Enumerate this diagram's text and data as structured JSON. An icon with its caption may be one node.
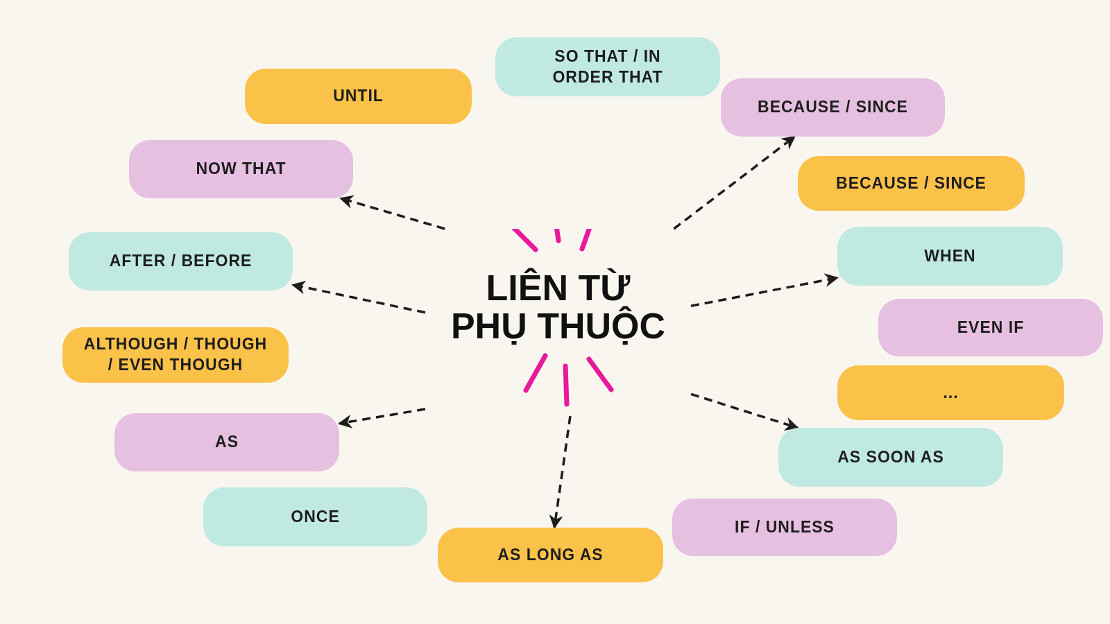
{
  "diagram": {
    "nodes": [
      {
        "text": [
          "LIÊN TỪ PHỤ THUỘC"
        ]
      },
      {
        "text": [
          "SO THAT / IN ORDER THAT"
        ]
      },
      {
        "text": [
          "UNTIL"
        ]
      },
      {
        "text": [
          "BECAUSE / SINCE"
        ]
      },
      {
        "text": [
          "NOW THAT"
        ]
      },
      {
        "text": [
          "BECAUSE / SINCE"
        ]
      },
      {
        "text": [
          "WHEN"
        ]
      },
      {
        "text": [
          "AFTER / BEFORE"
        ]
      },
      {
        "text": [
          "EVEN IF"
        ]
      },
      {
        "text": [
          "ALTHOUGH / THOUGH / EVEN THOUGH"
        ]
      },
      {
        "text": [
          "..."
        ]
      },
      {
        "text": [
          "AS"
        ]
      },
      {
        "text": [
          "AS SOON AS"
        ]
      },
      {
        "text": [
          "ONCE"
        ]
      },
      {
        "text": [
          "IF / UNLESS"
        ]
      },
      {
        "text": [
          "AS LONG AS"
        ]
      }
    ],
    "edges": [
      {
        "from": 0,
        "to": 4,
        "arrow": "to",
        "style": "dashed"
      },
      {
        "from": 0,
        "to": 3,
        "arrow": "to",
        "style": "dashed"
      },
      {
        "from": 0,
        "to": 7,
        "arrow": "to",
        "style": "dashed"
      },
      {
        "from": 0,
        "to": 6,
        "arrow": "to",
        "style": "dashed"
      },
      {
        "from": 0,
        "to": 11,
        "arrow": "to",
        "style": "dashed"
      },
      {
        "from": 0,
        "to": 15,
        "arrow": "to",
        "style": "dashed"
      },
      {
        "from": 0,
        "to": 12,
        "arrow": "to",
        "style": "dashed"
      }
    ]
  }
}
